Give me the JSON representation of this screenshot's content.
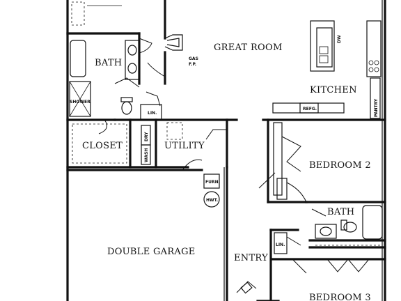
{
  "rooms": {
    "great_room": "GREAT ROOM",
    "bath_1": "BATH",
    "kitchen": "KITCHEN",
    "closet": "CLOSET",
    "utility": "UTILITY",
    "bedroom_2": "BEDROOM 2",
    "bath_2": "BATH",
    "double_garage": "DOUBLE GARAGE",
    "entry": "ENTRY",
    "bedroom_3": "BEDROOM 3"
  },
  "fixtures": {
    "gas_fp_line1": "GAS",
    "gas_fp_line2": "F.P.",
    "shower": "SHOWER",
    "linen_1": "LIN.",
    "linen_2": "LIN.",
    "dryer": "DRY",
    "washer": "WASH",
    "furnace": "FURN.",
    "water_heater": "HWT.",
    "pantry": "PANTRY",
    "refrigerator": "REFG.",
    "dishwasher": "DW"
  }
}
